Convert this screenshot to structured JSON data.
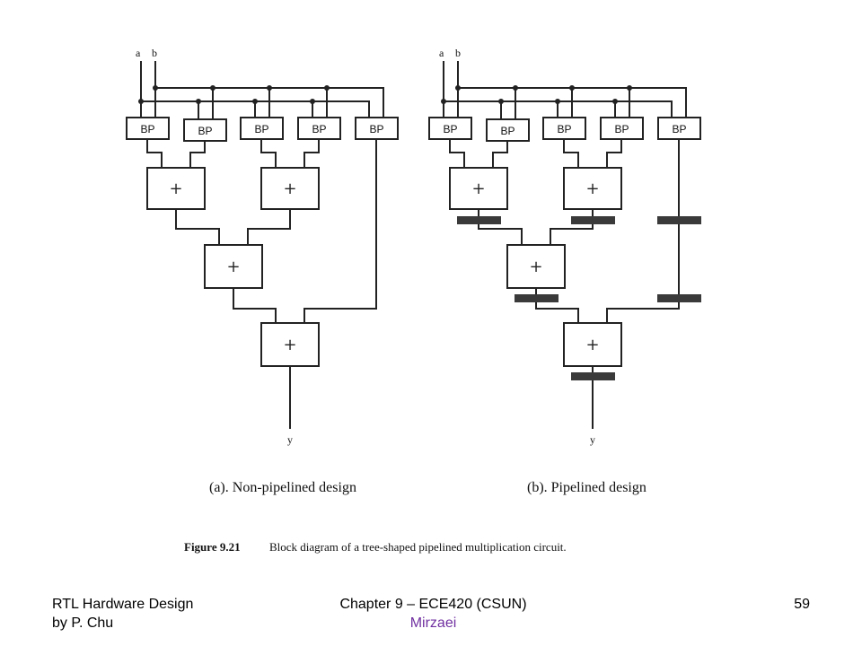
{
  "diagram": {
    "input_a": "a",
    "input_b": "b",
    "bp_label": "BP",
    "adder_symbol": "+",
    "output_label": "y",
    "caption_a": "(a). Non-pipelined design",
    "caption_b": "(b). Pipelined design",
    "figure_number": "Figure 9.21",
    "figure_title": "Block diagram of a tree-shaped pipelined multiplication circuit.",
    "register_color": "#3a3a3a"
  },
  "footer": {
    "left_line1": "RTL Hardware Design",
    "left_line2": "by P. Chu",
    "center_line1": "Chapter 9 – ECE420 (CSUN)",
    "center_line2": "Mirzaei",
    "center_line2_color": "#7030a0",
    "page_number": "59"
  }
}
